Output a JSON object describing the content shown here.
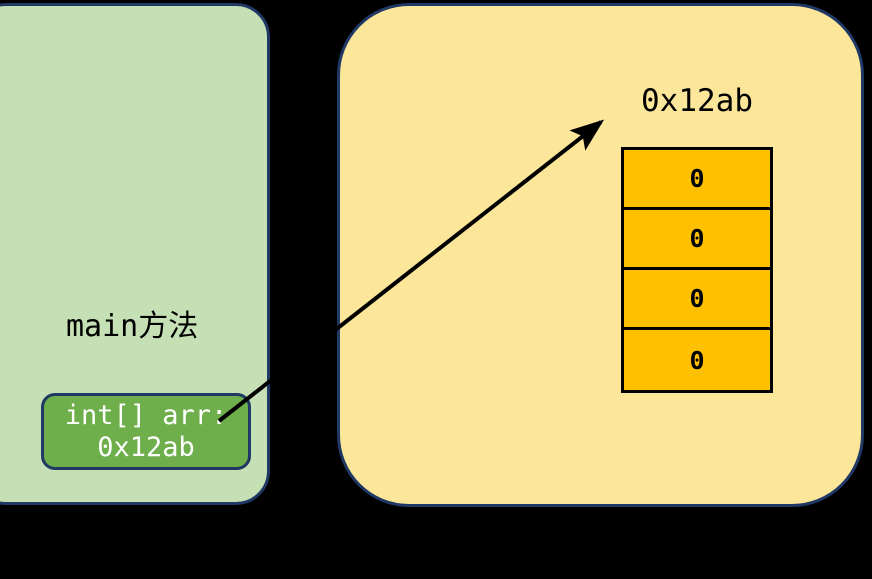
{
  "diagram": {
    "title": "Java array reference memory diagram",
    "colors": {
      "background": "#000000",
      "stack_fill": "#C5E0B4",
      "stack_border": "#1F3864",
      "variable_fill": "#6EAF4B",
      "variable_text": "#FFFFFF",
      "heap_fill": "#FCE69A",
      "heap_border": "#1F3864",
      "array_cell_fill": "#FFC000",
      "array_cell_border": "#000000",
      "arrow": "#000000"
    }
  },
  "stack": {
    "frame_label": "main方法",
    "variable": {
      "declaration": "int[] arr:",
      "value": "0x12ab"
    }
  },
  "heap": {
    "array_address": "0x12ab",
    "array_cells": [
      {
        "value": "0"
      },
      {
        "value": "0"
      },
      {
        "value": "0"
      },
      {
        "value": "0"
      }
    ]
  },
  "arrow": {
    "label": "",
    "from": "int[] arr variable",
    "to": "array at 0x12ab"
  }
}
